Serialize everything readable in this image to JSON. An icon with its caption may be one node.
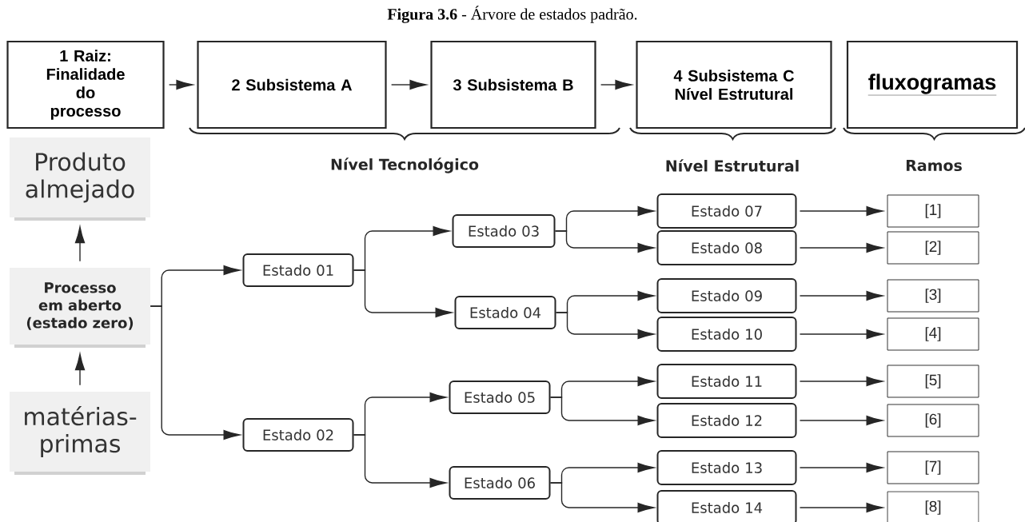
{
  "diagram": {
    "title": "**Figura 3.6** - Árvore de estados padrão.",
    "nodes": [
      {
        "text": [
          "1 Raiz: Finalidade do processo"
        ]
      },
      {
        "text": [
          "2 Subsistema A"
        ]
      },
      {
        "text": [
          "3 Subsistema B"
        ]
      },
      {
        "text": [
          "4 Subsistema C Nível Estrutural"
        ]
      },
      {
        "text": [
          "fluxogramas"
        ]
      },
      {
        "text": [
          "Produto almejado"
        ]
      },
      {
        "text": [
          "Processo em aberto (estado zero)"
        ]
      },
      {
        "text": [
          "matérias-primas"
        ]
      },
      {
        "text": [
          "Estado 01"
        ]
      },
      {
        "text": [
          "Estado 02"
        ]
      },
      {
        "text": [
          "Estado 03"
        ]
      },
      {
        "text": [
          "Estado 04"
        ]
      },
      {
        "text": [
          "Estado 05"
        ]
      },
      {
        "text": [
          "Estado 06"
        ]
      },
      {
        "text": [
          "Estado 07"
        ]
      },
      {
        "text": [
          "Estado 08"
        ]
      },
      {
        "text": [
          "Estado 09"
        ]
      },
      {
        "text": [
          "Estado 10"
        ]
      },
      {
        "text": [
          "Estado 11"
        ]
      },
      {
        "text": [
          "Estado 12"
        ]
      },
      {
        "text": [
          "Estado 13"
        ]
      },
      {
        "text": [
          "Estado 14"
        ]
      },
      {
        "text": [
          "[1]"
        ]
      },
      {
        "text": [
          "[2]"
        ]
      },
      {
        "text": [
          "[3]"
        ]
      },
      {
        "text": [
          "[4]"
        ]
      },
      {
        "text": [
          "[5]"
        ]
      },
      {
        "text": [
          "[6]"
        ]
      },
      {
        "text": [
          "[7]"
        ]
      },
      {
        "text": [
          "[8]"
        ]
      }
    ],
    "edges": [
      {
        "from": 0,
        "to": 1,
        "arrow": "to"
      },
      {
        "from": 1,
        "to": 2,
        "arrow": "to"
      },
      {
        "from": 2,
        "to": 3,
        "arrow": "to"
      },
      {
        "from": 6,
        "to": 5,
        "arrow": "to"
      },
      {
        "from": 7,
        "to": 6,
        "arrow": "to"
      },
      {
        "from": 6,
        "to": 8,
        "arrow": "to"
      },
      {
        "from": 6,
        "to": 9,
        "arrow": "to"
      },
      {
        "from": 8,
        "to": 10,
        "arrow": "to"
      },
      {
        "from": 8,
        "to": 11,
        "arrow": "to"
      },
      {
        "from": 9,
        "to": 12,
        "arrow": "to"
      },
      {
        "from": 9,
        "to": 13,
        "arrow": "to"
      },
      {
        "from": 10,
        "to": 14,
        "arrow": "to"
      },
      {
        "from": 10,
        "to": 15,
        "arrow": "to"
      },
      {
        "from": 11,
        "to": 16,
        "arrow": "to"
      },
      {
        "from": 11,
        "to": 17,
        "arrow": "to"
      },
      {
        "from": 12,
        "to": 18,
        "arrow": "to"
      },
      {
        "from": 12,
        "to": 19,
        "arrow": "to"
      },
      {
        "from": 13,
        "to": 20,
        "arrow": "to"
      },
      {
        "from": 13,
        "to": 21,
        "arrow": "to"
      },
      {
        "from": 14,
        "to": 22,
        "arrow": "to"
      },
      {
        "from": 15,
        "to": 23,
        "arrow": "to"
      },
      {
        "from": 16,
        "to": 24,
        "arrow": "to"
      },
      {
        "from": 17,
        "to": 25,
        "arrow": "to"
      },
      {
        "from": 18,
        "to": 26,
        "arrow": "to"
      },
      {
        "from": 19,
        "to": 27,
        "arrow": "to"
      },
      {
        "from": 20,
        "to": 28,
        "arrow": "to"
      },
      {
        "from": 21,
        "to": 29,
        "arrow": "to"
      }
    ],
    "labels": [
      "Nível Tecnológico",
      "Nível Estrutural",
      "Ramos"
    ]
  }
}
